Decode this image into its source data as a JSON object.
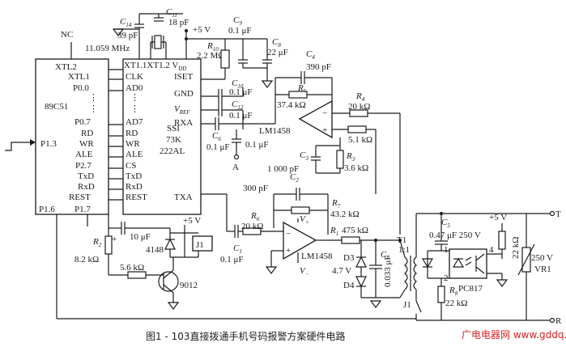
{
  "caption": "图1 - 103直接拨通手机号码报警方案硬件电路",
  "watermark": "广电电器网 www.gddq.com",
  "colors": {
    "ink": "#1a1a1a",
    "watermark": "#dd2222"
  },
  "mcu": {
    "name": "89C51",
    "nc": "NC",
    "pins_left": [
      "XTL2",
      "XTL1",
      "P0.0",
      "P0.7",
      "RD",
      "WR",
      "ALE",
      "P2.7",
      "TxD",
      "RxD",
      "REST"
    ],
    "pins_bottom": [
      "P1.6",
      "P1.7"
    ],
    "p13": "P1.3"
  },
  "ssi": {
    "name_lines": [
      "SSI",
      "73K",
      "222AL"
    ],
    "top_pins": "XT1.1XT1.2 V",
    "vdd_sub": "DD",
    "pins_left": [
      "CLK",
      "AD0",
      "AD7",
      "RD",
      "WR",
      "ALE",
      "CS",
      "TxD",
      "RxD",
      "REST"
    ],
    "pins_right": [
      "ISET",
      "GND",
      "REF",
      "RXA",
      "TXA"
    ],
    "vref_v": "V"
  },
  "parts": {
    "C14": "C",
    "C14_sub": "14",
    "C14_val": "39 pF",
    "C11": "C",
    "C11_sub": "11",
    "C11_val": "18 pF",
    "crystal": "11.059 MHz",
    "C9": "C",
    "C9_sub": "9",
    "C9_val": "0.1 μF",
    "C8": "C",
    "C8_sub": "8",
    "C8_val": "22 μF",
    "R10": "R",
    "R10_sub": "10",
    "R10_val": "2.2 MΩ",
    "C10": "C",
    "C10_sub": "10",
    "C10_val": "0.1 μF",
    "C12": "C",
    "C12_sub": "12",
    "C12_val": "0.1 μF",
    "C6": "C",
    "C6_sub": "6",
    "C6_val": "0.1 μF",
    "C6b_val": "0.1 μF",
    "A": "A",
    "v5_top": "+5 V",
    "C4": "C",
    "C4_sub": "4",
    "C4_val": "390 pF",
    "R5": "R",
    "R5_sub": "5",
    "R5_val": "37.4 kΩ",
    "R4": "R",
    "R4_sub": "4",
    "R4_val": "20 kΩ",
    "op1": "LM1458",
    "R_51": "5.1 kΩ",
    "C3": "C",
    "C3_sub": "3",
    "C3_val": "1 000 pF",
    "R3": "R",
    "R3_sub": "3",
    "R3_val": "3.6 kΩ",
    "C2": "C",
    "C2_sub": "2",
    "C2_val": "300 pF",
    "R7": "R",
    "R7_sub": "7",
    "R7_val": "43.2 kΩ",
    "Vplus": "V",
    "Vplus_sub": "+",
    "R6": "R",
    "R6_sub": "6",
    "R6_val": "20 kΩ",
    "C1": "C",
    "C1_sub": "1",
    "C1_val": "0.1 μF",
    "op2": "LM1458",
    "Vminus": "V",
    "Vminus_sub": "−",
    "R1": "R",
    "R1_sub": "1",
    "R1_val": "475 kΩ",
    "D3": "D3",
    "D3_val": "4.7 V",
    "D4": "D4",
    "C7": "C",
    "C7_sub": "7",
    "C7_val": "0.033 μF",
    "T1": "T1",
    "T1_ratio": "1:1",
    "J1b": "J1",
    "C5": "C",
    "C5_sub": "5",
    "C5_val": "0.47 μF 250 V",
    "v5_right": "+5 V",
    "opto_pin1": "1",
    "opto_pin2": "2",
    "opto_pin4": "4",
    "R_22": "22 kΩ",
    "R8": "R",
    "R8_sub": "8",
    "R8_val": "22 kΩ",
    "opto": "PC817",
    "vr1_val": "250 V",
    "vr1": "VR1",
    "T": "T",
    "R": "R",
    "v5_mid": "+5 V",
    "C10uf": "10 μF",
    "diode4148": "4148",
    "relay": "J1",
    "R2": "R",
    "R2_sub": "2",
    "R2_val": "8.2 kΩ",
    "R_56": "5.6 kΩ",
    "transistor": "9012"
  }
}
